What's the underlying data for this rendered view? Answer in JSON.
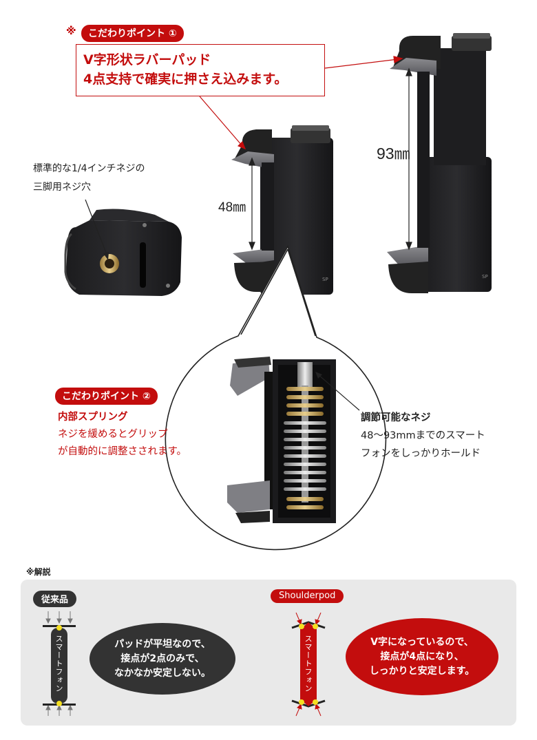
{
  "point1": {
    "marker": "※",
    "badge": "こだわりポイント ①",
    "line1": "V字形状ラバーパッド",
    "line2": "4点支持で確実に押さえ込みます。"
  },
  "tripod": {
    "line1": "標準的な1/4インチネジの",
    "line2": "三脚用ネジ穴"
  },
  "dimensions": {
    "min": "48㎜",
    "max": "93㎜"
  },
  "point2": {
    "badge": "こだわりポイント ②",
    "title": "内部スプリング",
    "line1": "ネジを緩めるとグリップ",
    "line2": "が自動的に調整さされます。"
  },
  "screw": {
    "title": "調節可能なネジ",
    "line1": "48〜93mmまでのスマート",
    "line2": "フォンをしっかりホールド"
  },
  "explanation": {
    "note": "※解説",
    "conventional": {
      "badge": "従来品",
      "phone_label": "スマートフォン",
      "line1": "パッドが平坦なので、",
      "line2": "接点が2点のみで、",
      "line3": "なかなか安定しない。"
    },
    "shoulderpod": {
      "badge": "Shoulderpod",
      "phone_label": "スマートフォン",
      "line1": "V字になっているので、",
      "line2": "接点が4点になり、",
      "line3": "しっかりと安定します。"
    }
  },
  "colors": {
    "accent_red": "#c30d0d",
    "dark": "#333333",
    "panel": "#e9e9e9"
  }
}
